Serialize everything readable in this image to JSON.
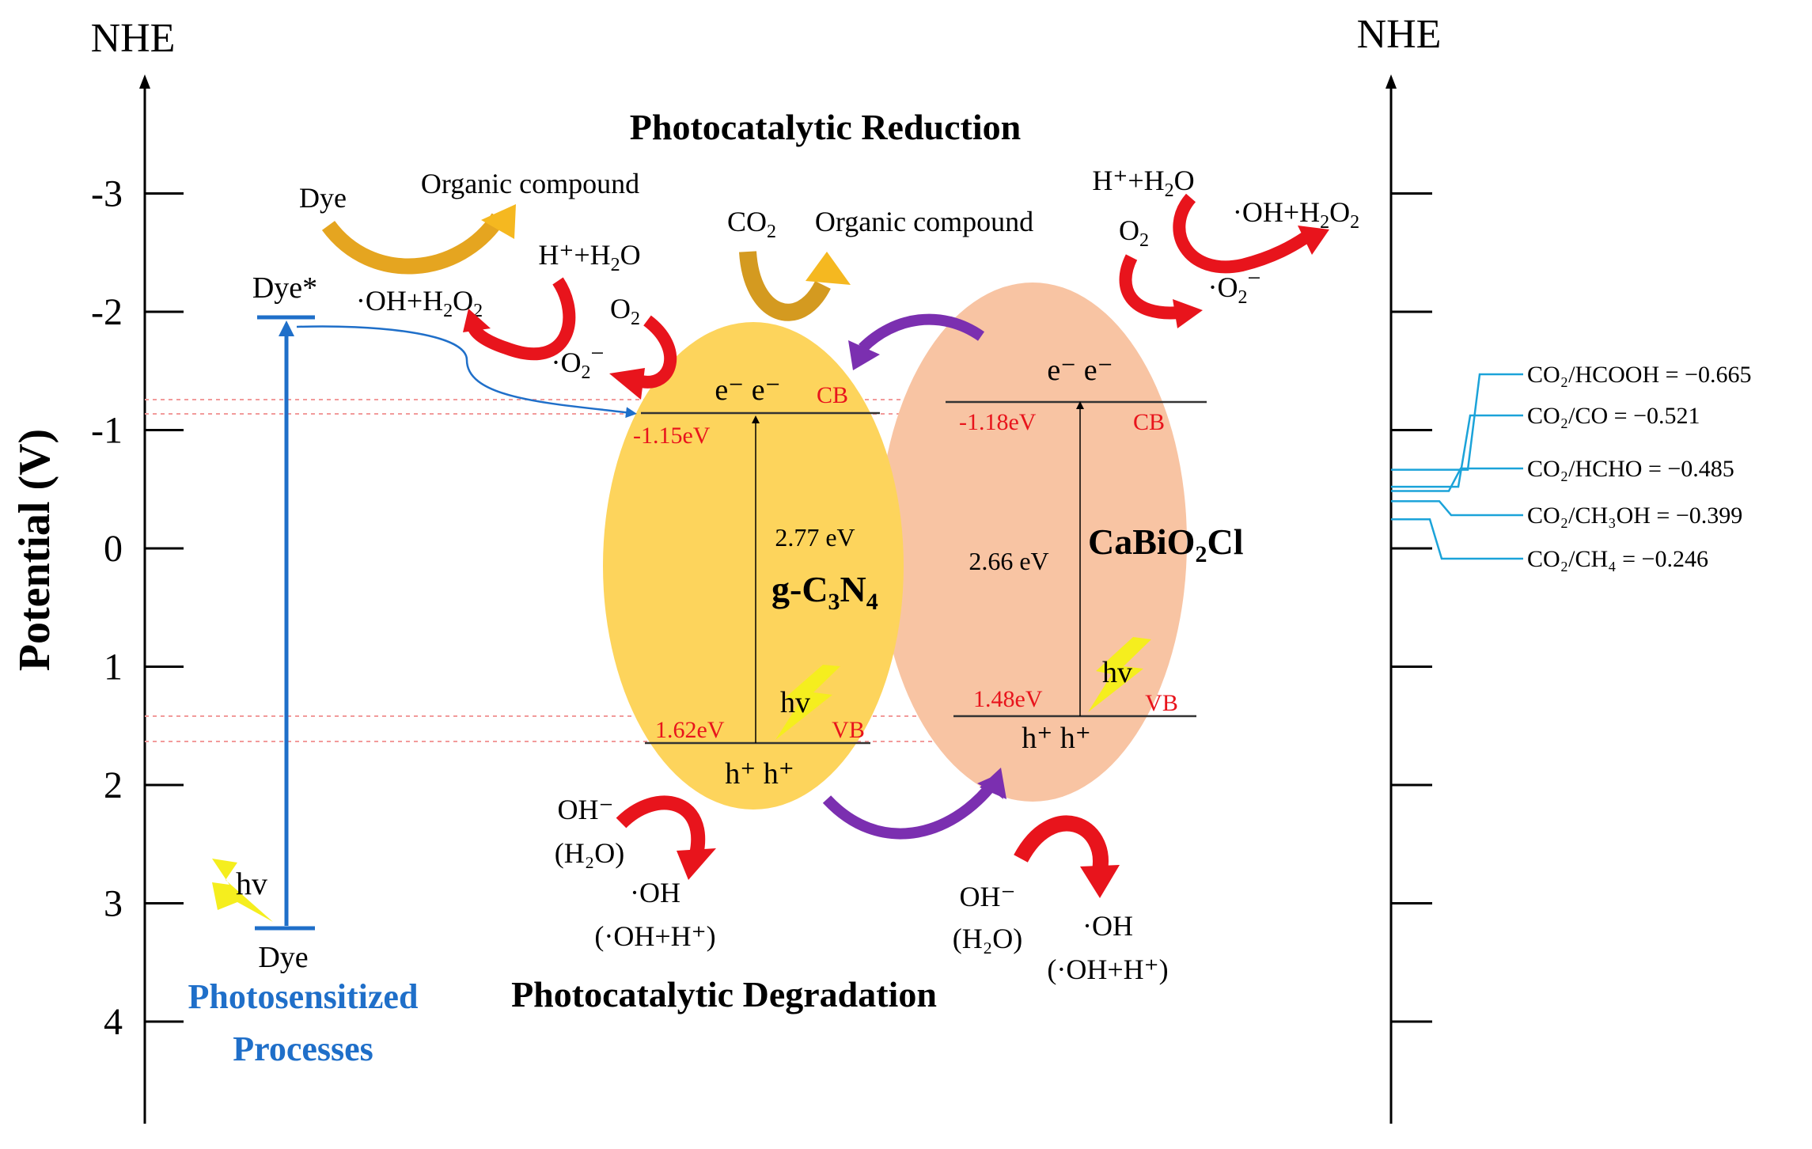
{
  "axis": {
    "left_top_label": "NHE",
    "right_top_label": "NHE",
    "ylabel": "Potential (V)",
    "ticks": [
      "-3",
      "-2",
      "-1",
      "0",
      "1",
      "2",
      "3",
      "4"
    ]
  },
  "titles": {
    "reduction": "Photocatalytic Reduction",
    "degradation": "Photocatalytic Degradation",
    "photosensitized_line1": "Photosensitized",
    "photosensitized_line2": "Processes"
  },
  "dye": {
    "dye_star": "Dye*",
    "dye": "Dye",
    "hv": "hv",
    "dye_left": "Dye",
    "organic_compound": "Organic compound",
    "oh_h2o2": "·OH+H",
    "oh_h2o2_sub": "2",
    "oh_h2o2_tail": "O",
    "oh_h2o2_sub2": "2"
  },
  "gcn": {
    "name_main": "g-C",
    "name_sub1": "3",
    "name_mid": "N",
    "name_sub2": "4",
    "electrons": "e⁻ e⁻",
    "cb": "CB",
    "vb": "VB",
    "cb_value": "-1.15eV",
    "vb_value": "1.62eV",
    "gap": "2.77 eV",
    "holes": "h⁺ h⁺",
    "hv": "hv"
  },
  "cbo": {
    "name_main": "CaBiO",
    "name_sub": "2",
    "name_tail": "Cl",
    "electrons": "e⁻ e⁻",
    "cb": "CB",
    "vb": "VB",
    "cb_value": "-1.18eV",
    "vb_value": "1.48eV",
    "gap": "2.66 eV",
    "holes": "h⁺ h⁺",
    "hv": "hv"
  },
  "reduction_left": {
    "hplus_h2o": "H⁺+H",
    "hplus_sub": "2",
    "hplus_tail": "O",
    "o2": "O",
    "o2_sub": "2",
    "superoxide": "·O",
    "superoxide_sub": "2",
    "superoxide_sup": "−"
  },
  "co2_reduction": {
    "co2": "CO",
    "co2_sub": "2",
    "organic_compound": "Organic compound"
  },
  "reduction_right": {
    "hplus_h2o": "H⁺+H",
    "hplus_sub": "2",
    "hplus_tail": "O",
    "o2": "O",
    "o2_sub": "2",
    "oh_h2o2": "·OH+H",
    "oh_sub": "2",
    "oh_tail": "O",
    "oh_sub2": "2",
    "superoxide": "·O",
    "superoxide_sub": "2",
    "superoxide_sup": "−"
  },
  "degradation_left": {
    "oh_minus": "OH⁻",
    "h2o": "(H₂O)",
    "oh_radical": "·OH",
    "oh_h": "(·OH+H⁺)"
  },
  "degradation_right": {
    "oh_minus": "OH⁻",
    "h2o": "(H₂O)",
    "oh_radical": "·OH",
    "oh_h": "(·OH+H⁺)"
  },
  "redox_potentials": [
    {
      "label": "CO₂/HCOOH = −0.665",
      "value": -0.665
    },
    {
      "label": "CO₂/CO = −0.521",
      "value": -0.521
    },
    {
      "label": "CO₂/HCHO = −0.485",
      "value": -0.485
    },
    {
      "label": "CO₂/CH₃OH = −0.399",
      "value": -0.399
    },
    {
      "label": "CO₂/CH₄ = −0.246",
      "value": -0.246
    }
  ],
  "colors": {
    "axis": "#000000",
    "gcn_fill": "#FDD45C",
    "cbo_fill": "#F8C4A3",
    "red_arrow": "#E8141C",
    "orange_arrow": "#E5A520",
    "purple_arrow": "#7B2FB0",
    "blue": "#1F6FC9",
    "redox_line": "#1BA3D9",
    "red_text": "#E8141C",
    "lightning": "#F5EE1E"
  }
}
